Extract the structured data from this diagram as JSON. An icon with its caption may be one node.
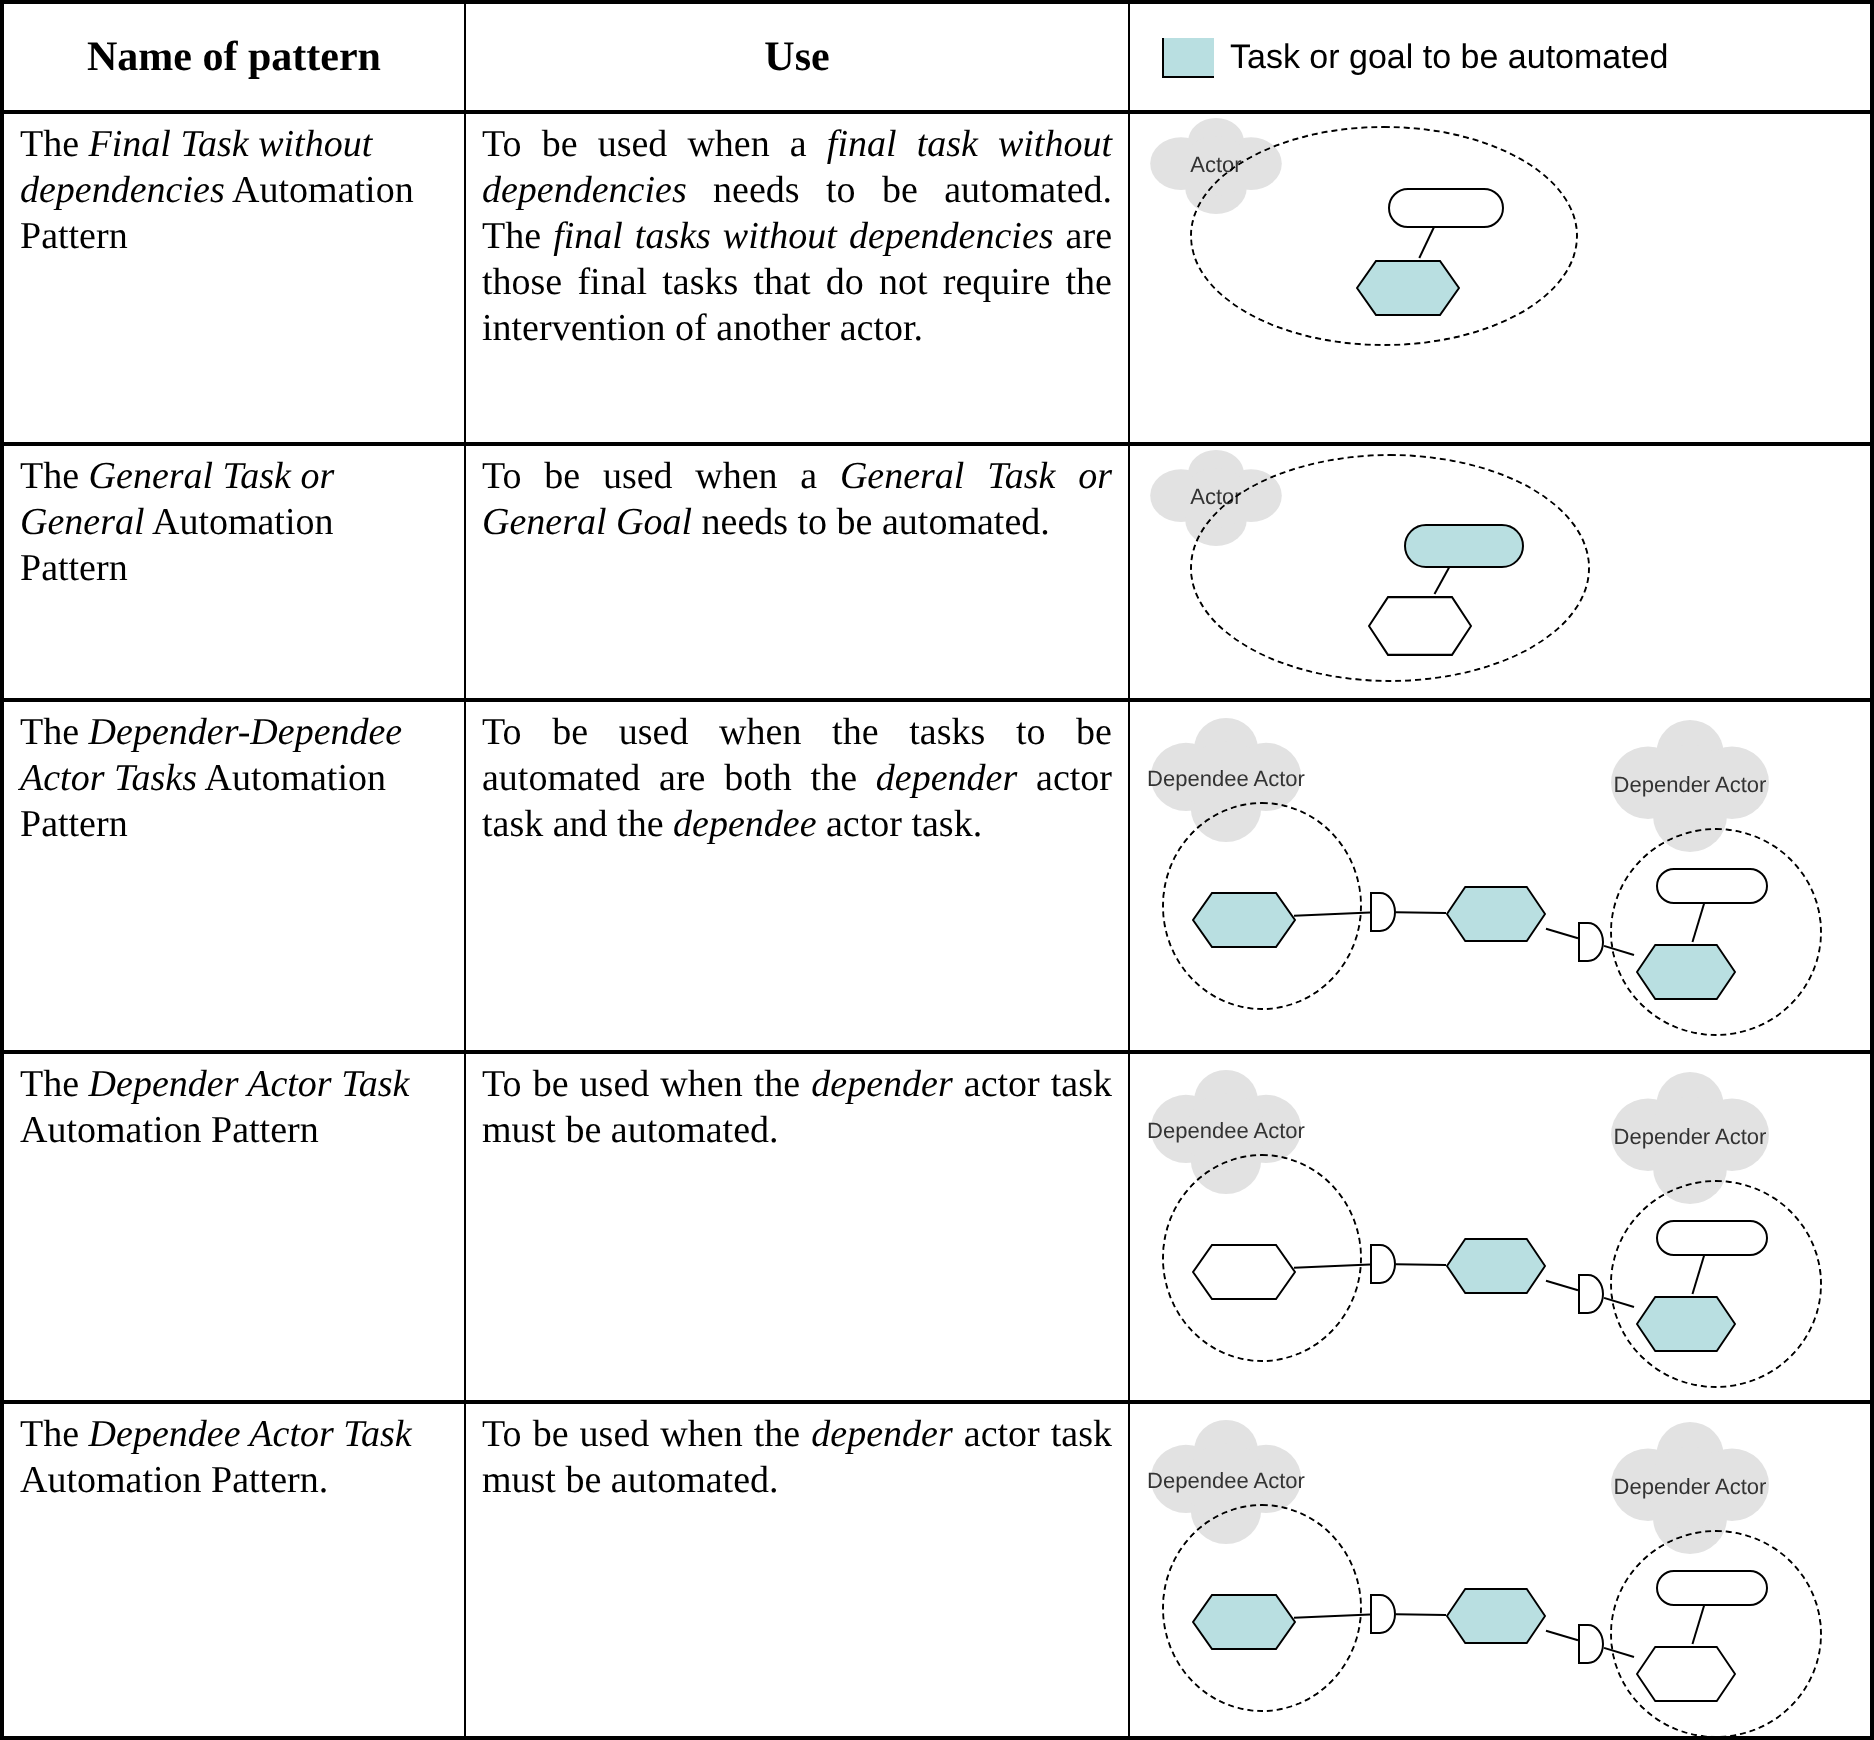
{
  "diagram": {
    "nodes": [
      {
        "text": [
          "Actor"
        ]
      },
      {
        "text": [],
        "shape": "circle"
      },
      {
        "text": [],
        "shape": "oval",
        "in": 1
      },
      {
        "text": [],
        "shape": "hexagon",
        "in": 1
      },
      {
        "text": [
          "Actor"
        ]
      },
      {
        "text": [],
        "shape": "circle"
      },
      {
        "text": [],
        "shape": "oval",
        "in": 5
      },
      {
        "text": [],
        "shape": "hexagon",
        "in": 5
      },
      {
        "text": [
          "Dependee Actor"
        ]
      },
      {
        "text": [
          "Depender Actor"
        ]
      },
      {
        "text": [],
        "shape": "circle"
      },
      {
        "text": [],
        "shape": "hexagon",
        "in": 10
      },
      {
        "text": [],
        "shape": "semicircle"
      },
      {
        "text": [],
        "shape": "hexagon"
      },
      {
        "text": [],
        "shape": "semicircle"
      },
      {
        "text": [],
        "shape": "circle"
      },
      {
        "text": [],
        "shape": "oval",
        "in": 15
      },
      {
        "text": [],
        "shape": "hexagon",
        "in": 15
      },
      {
        "text": [
          "Dependee Actor"
        ]
      },
      {
        "text": [
          "Depender Actor"
        ]
      },
      {
        "text": [],
        "shape": "circle"
      },
      {
        "text": [],
        "shape": "hexagon",
        "in": 20
      },
      {
        "text": [],
        "shape": "semicircle"
      },
      {
        "text": [],
        "shape": "hexagon"
      },
      {
        "text": [],
        "shape": "semicircle"
      },
      {
        "text": [],
        "shape": "circle"
      },
      {
        "text": [],
        "shape": "oval",
        "in": 25
      },
      {
        "text": [],
        "shape": "hexagon",
        "in": 25
      },
      {
        "text": [
          "Dependee Actor"
        ]
      },
      {
        "text": [
          "Depender Actor"
        ]
      },
      {
        "text": [],
        "shape": "circle"
      },
      {
        "text": [],
        "shape": "hexagon",
        "in": 30
      },
      {
        "text": [],
        "shape": "semicircle"
      },
      {
        "text": [],
        "shape": "hexagon"
      },
      {
        "text": [],
        "shape": "semicircle"
      },
      {
        "text": [],
        "shape": "circle"
      },
      {
        "text": [],
        "shape": "oval",
        "in": 35
      },
      {
        "text": [],
        "shape": "hexagon",
        "in": 35
      }
    ],
    "edges": [
      {
        "from": 2,
        "to": 3,
        "arrow": "none"
      },
      {
        "from": 6,
        "to": 7,
        "arrow": "none"
      },
      {
        "from": 11,
        "to": 12,
        "arrow": "none"
      },
      {
        "from": 12,
        "to": 13,
        "arrow": "none"
      },
      {
        "from": 13,
        "to": 14,
        "arrow": "none"
      },
      {
        "from": 14,
        "to": 17,
        "arrow": "none"
      },
      {
        "from": 16,
        "to": 17,
        "arrow": "none"
      },
      {
        "from": 21,
        "to": 22,
        "arrow": "none"
      },
      {
        "from": 22,
        "to": 23,
        "arrow": "none"
      },
      {
        "from": 23,
        "to": 24,
        "arrow": "none"
      },
      {
        "from": 24,
        "to": 27,
        "arrow": "none"
      },
      {
        "from": 26,
        "to": 27,
        "arrow": "none"
      },
      {
        "from": 31,
        "to": 32,
        "arrow": "none"
      },
      {
        "from": 32,
        "to": 33,
        "arrow": "none"
      },
      {
        "from": 33,
        "to": 34,
        "arrow": "none"
      },
      {
        "from": 34,
        "to": 37,
        "arrow": "none"
      },
      {
        "from": 36,
        "to": 37,
        "arrow": "none"
      }
    ],
    "labels": [
      "Name of pattern",
      "Use",
      "The *Final Task without dependencies* Automation Pattern",
      "To be used when a *final task without dependencies* needs to be automated. The *final tasks without dependencies* are those final tasks that do not require the intervention of another actor.",
      "The *General Task or General* Automation Pattern",
      "To be used when a *General Task or General Goal* needs to be automated.",
      "The *Depender-Dependee Actor Tasks* Automation Pattern",
      "To be used when the tasks to be automated are both the *depender* actor task and the *dependee* actor task.",
      "The *Depender Actor Task* Automation Pattern",
      "To be used when the *depender* actor task must be automated.",
      "The *Dependee Actor Task* Automation Pattern.",
      "To be used when the *depender* actor task must be automated."
    ],
    "legend": [
      {
        "text": "Task or goal to be automated",
        "color": "#b9dfe1"
      }
    ]
  }
}
